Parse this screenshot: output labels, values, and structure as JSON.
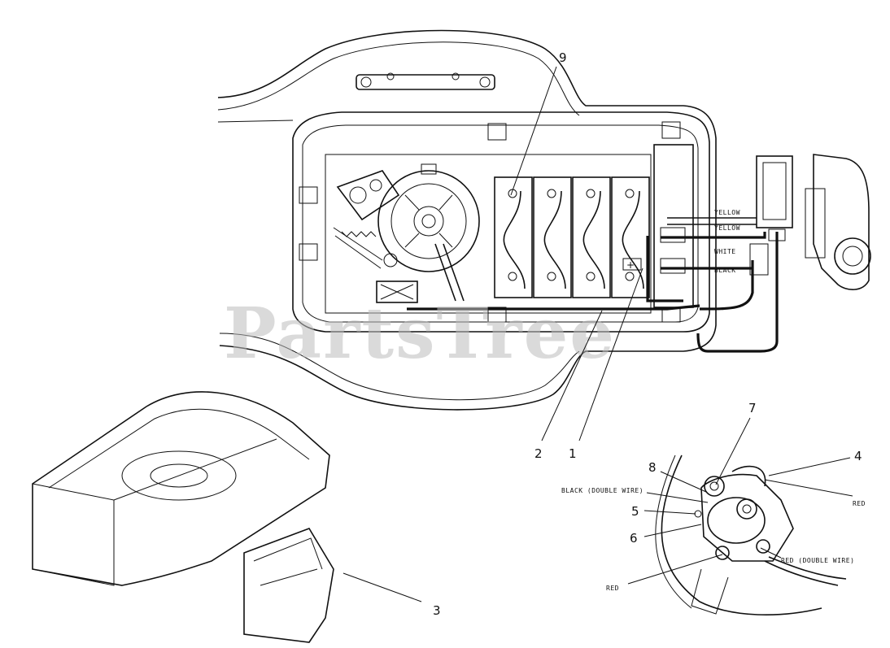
{
  "watermark": "PartsTree",
  "callouts": {
    "c1": "1",
    "c2": "2",
    "c3": "3",
    "c4": "4",
    "c5": "5",
    "c6": "6",
    "c7": "7",
    "c8": "8",
    "c9": "9"
  },
  "wire_labels": {
    "yellow_top": "YELLOW",
    "yellow_bottom": "YELLOW",
    "white": "WHITE",
    "black": "BLACK",
    "black_double": "BLACK (DOUBLE WIRE)",
    "red_right": "RED",
    "red_double": "RED (DOUBLE WIRE)",
    "red_left": "RED"
  },
  "colors": {
    "line": "#111111",
    "watermark": "#bdbdbd",
    "background": "#ffffff"
  }
}
